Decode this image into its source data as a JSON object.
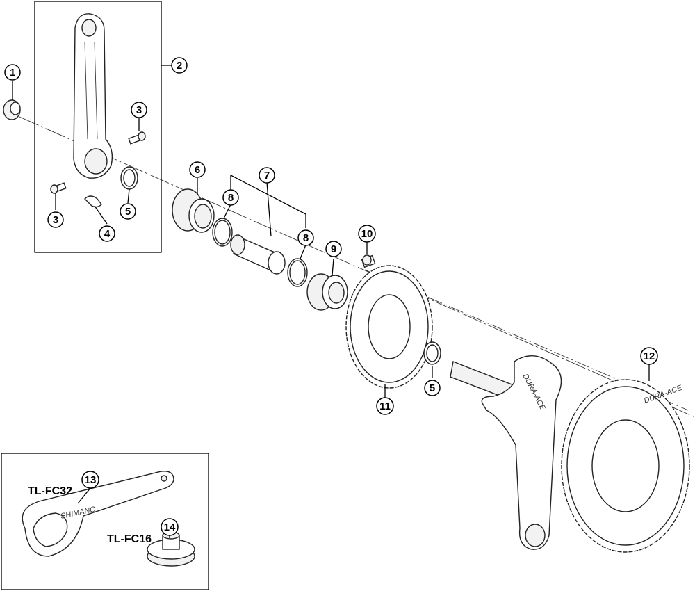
{
  "callouts": [
    {
      "n": "1"
    },
    {
      "n": "2"
    },
    {
      "n": "3"
    },
    {
      "n": "3"
    },
    {
      "n": "4"
    },
    {
      "n": "5"
    },
    {
      "n": "6"
    },
    {
      "n": "7"
    },
    {
      "n": "8"
    },
    {
      "n": "8"
    },
    {
      "n": "9"
    },
    {
      "n": "10"
    },
    {
      "n": "11"
    },
    {
      "n": "5"
    },
    {
      "n": "12"
    },
    {
      "n": "13"
    },
    {
      "n": "14"
    }
  ],
  "tools": {
    "wrench_label": "TL-FC32",
    "adapter_label": "TL-FC16"
  },
  "marks": {
    "crank_brand": "DURA-ACE",
    "chainring_brand": "DURA-ACE",
    "wrench_brand": "SHIMANO"
  }
}
